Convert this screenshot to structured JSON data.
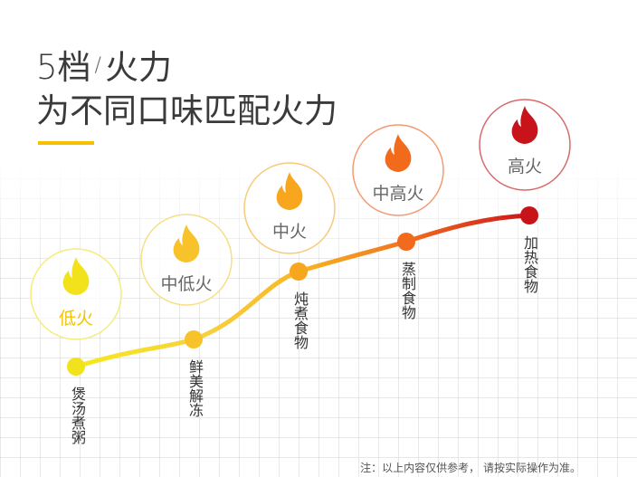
{
  "title": {
    "line1_prefix": "5档",
    "line1_slash": "/",
    "line1_suffix": "火力",
    "line2": "为不同口味匹配火力"
  },
  "levels": [
    {
      "label": "低火",
      "color": "#f2e21b",
      "ring": "#f5ec7c",
      "food": "煲汤煮粥"
    },
    {
      "label": "中低火",
      "color": "#f7c22a",
      "ring": "#f8de86",
      "food": "鲜美解冻"
    },
    {
      "label": "中火",
      "color": "#f7a61d",
      "ring": "#f7ca7a",
      "food": "炖煮食物"
    },
    {
      "label": "中高火",
      "color": "#f26a1c",
      "ring": "#f49a72",
      "food": "蒸制食物"
    },
    {
      "label": "高火",
      "color": "#c8131b",
      "ring": "#d96a6a",
      "food": "加热食物"
    }
  ],
  "icons": {
    "level": "flame-icon"
  },
  "footnote": "注：以上内容仅供参考， 请按实际操作为准。"
}
